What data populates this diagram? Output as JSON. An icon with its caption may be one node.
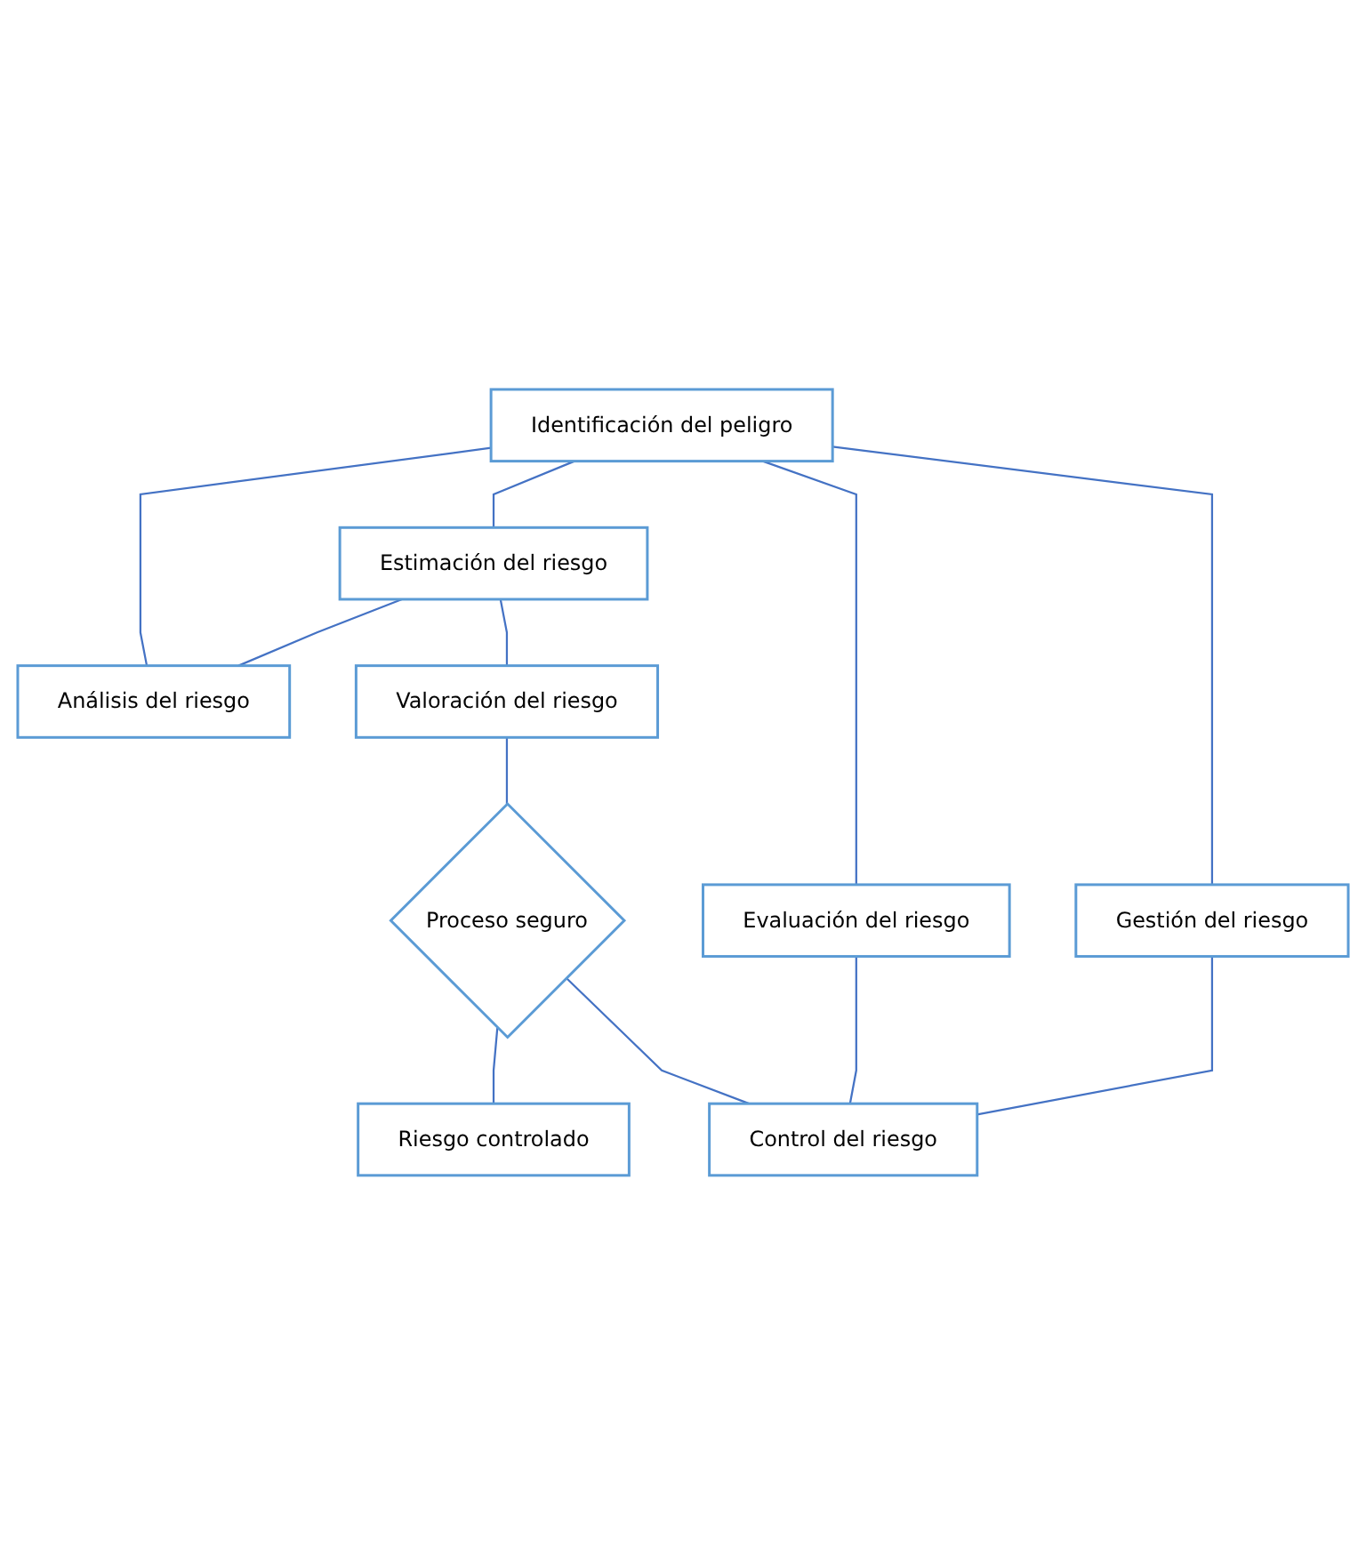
{
  "diagram": {
    "nodes": [
      {
        "text": [
          "Identificación del peligro"
        ]
      },
      {
        "text": [
          "Análisis del riesgo"
        ]
      },
      {
        "text": [
          "Estimación del riesgo"
        ]
      },
      {
        "text": [
          "Evaluación del riesgo"
        ]
      },
      {
        "text": [
          "Valoración del riesgo"
        ]
      },
      {
        "text": [
          "Gestión del riesgo"
        ]
      },
      {
        "text": [
          "Proceso seguro"
        ]
      },
      {
        "text": [
          "Riesgo controlado"
        ]
      },
      {
        "text": [
          "Control del riesgo"
        ]
      }
    ],
    "edges": [
      {
        "from": 0,
        "to": 2,
        "arrow": "none"
      },
      {
        "from": 0,
        "to": 1,
        "arrow": "none"
      },
      {
        "from": 2,
        "to": 1,
        "arrow": "none"
      },
      {
        "from": 0,
        "to": 3,
        "arrow": "none"
      },
      {
        "from": 0,
        "to": 5,
        "arrow": "none"
      },
      {
        "from": 2,
        "to": 4,
        "arrow": "none"
      },
      {
        "from": 4,
        "to": 6,
        "arrow": "none"
      },
      {
        "from": 6,
        "to": 7,
        "arrow": "none"
      },
      {
        "from": 6,
        "to": 8,
        "arrow": "none"
      },
      {
        "from": 3,
        "to": 8,
        "arrow": "none"
      },
      {
        "from": 5,
        "to": 8,
        "arrow": "none"
      }
    ]
  }
}
